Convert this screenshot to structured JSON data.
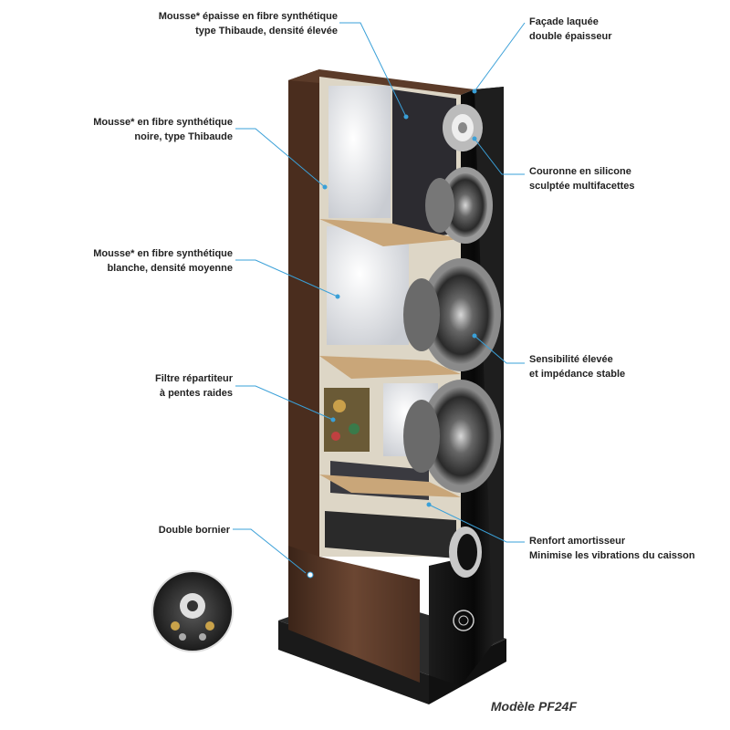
{
  "annotations": {
    "thick_foam": [
      "Mousse* épaisse en fibre synthétique",
      "type Thibaude, densité élevée"
    ],
    "lacquered_front": [
      "Façade laquée",
      "double épaisseur"
    ],
    "black_foam": [
      "Mousse* en fibre synthétique",
      "noire, type Thibaude"
    ],
    "silicone_crown": [
      "Couronne en silicone",
      "sculptée multifacettes"
    ],
    "white_foam": [
      "Mousse* en fibre synthétique",
      "blanche, densité moyenne"
    ],
    "sensitivity": [
      "Sensibilité élevée",
      "et impédance stable"
    ],
    "crossover": [
      "Filtre répartiteur",
      "à pentes raides"
    ],
    "terminals": [
      "Double bornier"
    ],
    "bracing": [
      "Renfort amortisseur",
      "Minimise les vibrations du caisson"
    ]
  },
  "model": "Modèle PF24F",
  "colors": {
    "leader_line": "#3aa0d8",
    "walnut": "#5a3a28",
    "lacquer": "#0c0c0c"
  }
}
